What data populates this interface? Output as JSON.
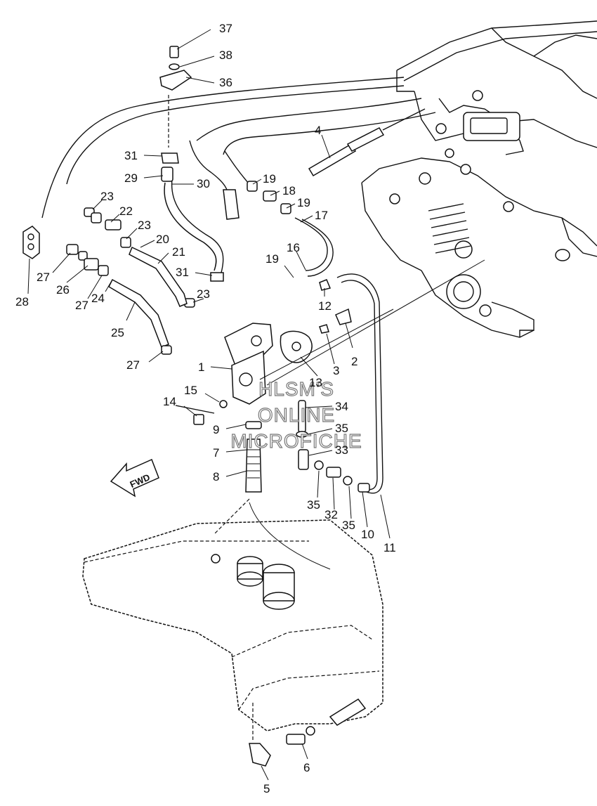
{
  "callouts": [
    "37",
    "38",
    "36",
    "4",
    "31",
    "29",
    "30",
    "19",
    "18",
    "19",
    "17",
    "23",
    "22",
    "23",
    "20",
    "21",
    "27",
    "26",
    "27",
    "24",
    "25",
    "28",
    "19",
    "16",
    "31",
    "23",
    "12",
    "2",
    "27",
    "3",
    "1",
    "13",
    "15",
    "14",
    "34",
    "9",
    "35",
    "7",
    "33",
    "8",
    "35",
    "32",
    "35",
    "10",
    "11",
    "6",
    "5"
  ],
  "watermark": [
    "HLSM'S",
    "ONLINE",
    "MICROFICHE"
  ],
  "fwd_label": "FWD",
  "colors": {
    "line": "#111111",
    "background": "#ffffff",
    "watermark_outline": "#777777"
  }
}
